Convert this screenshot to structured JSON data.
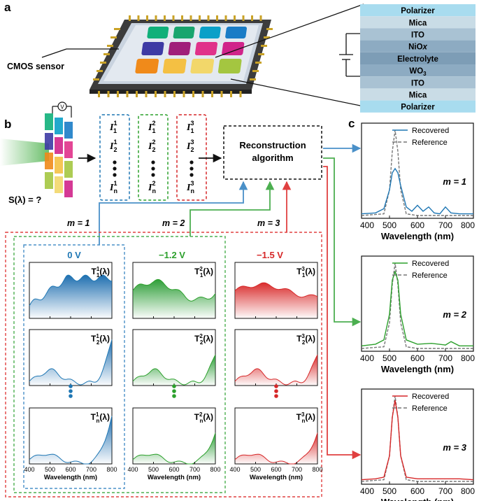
{
  "panel_a": {
    "label": "a",
    "cmos_label": "CMOS sensor",
    "pixel_colors": [
      "#10b07a",
      "#19a56e",
      "#0aa0c8",
      "#1a7cc6",
      "#3d3aa4",
      "#a01f7a",
      "#e0328a",
      "#d0248a",
      "#f08a1a",
      "#f4c043",
      "#f2d76a",
      "#a4c640"
    ],
    "layers": [
      {
        "name": "Polarizer",
        "color": "#a8dcef"
      },
      {
        "name": "Mica",
        "color": "#c9dce6"
      },
      {
        "name": "ITO",
        "color": "#a9c2d3"
      },
      {
        "name": "NiOx",
        "color": "#8dabc2"
      },
      {
        "name": "Electrolyte",
        "color": "#7d9db6"
      },
      {
        "name": "WO3",
        "color": "#8dabc2"
      },
      {
        "name": "ITO",
        "color": "#a9c2d3"
      },
      {
        "name": "Mica",
        "color": "#c9dce6"
      },
      {
        "name": "Polarizer",
        "color": "#a8dcef"
      }
    ]
  },
  "panel_b": {
    "label": "b",
    "s_label": "S(λ) = ?",
    "voltmeter": "V",
    "readout_sets": [
      {
        "color": "#1f77b4",
        "items": [
          "1",
          "2",
          "n"
        ],
        "sup": "1"
      },
      {
        "color": "#2ca02c",
        "items": [
          "1",
          "2",
          "n"
        ],
        "sup": "2"
      },
      {
        "color": "#d62728",
        "items": [
          "1",
          "2",
          "n"
        ],
        "sup": "3"
      }
    ],
    "algorithm_line1": "Reconstruction",
    "algorithm_line2": "algorithm",
    "m_labels": [
      "m = 1",
      "m = 2",
      "m = 3"
    ],
    "columns": [
      {
        "voltage": "0 V",
        "color": "#1f77b4",
        "sup": "1"
      },
      {
        "voltage": "−1.2 V",
        "color": "#2ca02c",
        "sup": "2"
      },
      {
        "voltage": "−1.5 V",
        "color": "#d62728",
        "sup": "3"
      }
    ],
    "row_subs": [
      "1",
      "2",
      "n"
    ],
    "xticks": [
      "400",
      "500",
      "600",
      "700",
      "800"
    ],
    "xlabel": "Wavelength (nm)"
  },
  "panel_c": {
    "label": "c",
    "legend_recovered": "Recovered",
    "legend_reference": "Reference",
    "xlabel": "Wavelength (nm)",
    "xticks": [
      "400",
      "500",
      "600",
      "700",
      "800"
    ],
    "m_labels": [
      "m = 1",
      "m = 2",
      "m = 3"
    ],
    "colors": [
      "#1f77b4",
      "#2ca02c",
      "#d62728"
    ]
  },
  "chart_data": [
    {
      "type": "line",
      "title": "m = 1",
      "xlabel": "Wavelength (nm)",
      "ylabel": "",
      "xlim": [
        400,
        800
      ],
      "series": [
        {
          "name": "Recovered",
          "x": [
            400,
            450,
            480,
            500,
            510,
            520,
            530,
            540,
            560,
            580,
            600,
            620,
            640,
            660,
            680,
            700,
            720,
            750,
            800
          ],
          "values": [
            0.02,
            0.03,
            0.08,
            0.3,
            0.5,
            0.55,
            0.5,
            0.35,
            0.1,
            0.05,
            0.12,
            0.05,
            0.1,
            0.03,
            0.02,
            0.1,
            0.03,
            0.02,
            0.02
          ]
        },
        {
          "name": "Reference",
          "x": [
            400,
            480,
            500,
            510,
            520,
            530,
            540,
            560,
            600,
            800
          ],
          "values": [
            0,
            0.02,
            0.3,
            0.75,
            1.0,
            0.75,
            0.3,
            0.02,
            0,
            0
          ]
        }
      ]
    },
    {
      "type": "line",
      "title": "m = 2",
      "xlabel": "Wavelength (nm)",
      "ylabel": "",
      "xlim": [
        400,
        800
      ],
      "series": [
        {
          "name": "Recovered",
          "x": [
            400,
            450,
            480,
            500,
            510,
            520,
            530,
            540,
            560,
            600,
            650,
            700,
            720,
            750,
            800
          ],
          "values": [
            0.03,
            0.05,
            0.1,
            0.4,
            0.8,
            0.9,
            0.8,
            0.4,
            0.1,
            0.05,
            0.06,
            0.04,
            0.08,
            0.03,
            0.03
          ]
        },
        {
          "name": "Reference",
          "x": [
            400,
            480,
            500,
            510,
            520,
            530,
            540,
            560,
            600,
            800
          ],
          "values": [
            0,
            0.02,
            0.3,
            0.75,
            1.0,
            0.75,
            0.3,
            0.02,
            0,
            0
          ]
        }
      ]
    },
    {
      "type": "line",
      "title": "m = 3",
      "xlabel": "Wavelength (nm)",
      "ylabel": "",
      "xlim": [
        400,
        800
      ],
      "series": [
        {
          "name": "Recovered",
          "x": [
            400,
            450,
            480,
            500,
            510,
            520,
            530,
            540,
            560,
            600,
            650,
            700,
            750,
            800
          ],
          "values": [
            0.02,
            0.03,
            0.05,
            0.3,
            0.75,
            0.95,
            0.75,
            0.3,
            0.05,
            0.03,
            0.03,
            0.03,
            0.03,
            0.02
          ]
        },
        {
          "name": "Reference",
          "x": [
            400,
            480,
            500,
            510,
            520,
            530,
            540,
            560,
            600,
            800
          ],
          "values": [
            0,
            0.02,
            0.3,
            0.75,
            1.0,
            0.75,
            0.3,
            0.02,
            0,
            0
          ]
        }
      ]
    }
  ]
}
